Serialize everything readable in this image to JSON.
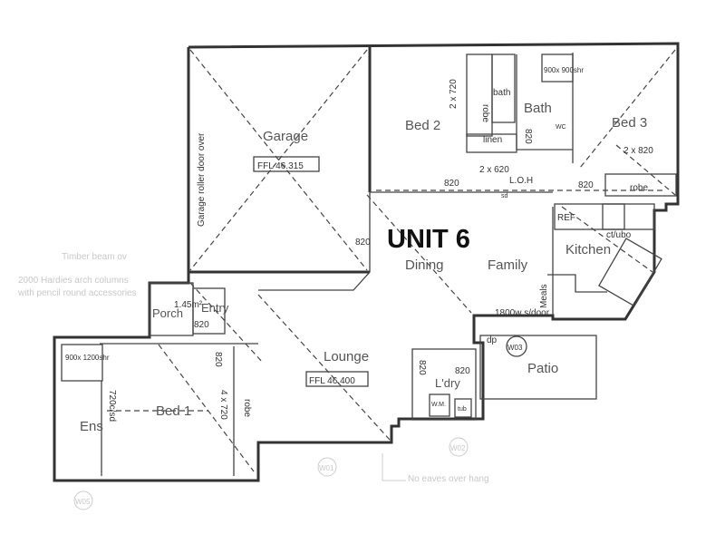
{
  "title": "UNIT 6",
  "rooms": {
    "garage": "Garage",
    "garage_ffl": "FFL 46.315",
    "garage_door": "Garage roller door over",
    "bed2": "Bed 2",
    "bath": "Bath",
    "bed3": "Bed 3",
    "dining": "Dining",
    "family": "Family",
    "kitchen": "Kitchen",
    "meals": "Meals",
    "patio": "Patio",
    "lounge": "Lounge",
    "lounge_ffl": "FFL 46.400",
    "laundry": "L'dry",
    "porch": "Porch",
    "entry": "Entry",
    "entry_area": "1.45m²",
    "bed1": "Bed 1",
    "ensuite": "Ens"
  },
  "labels": {
    "bed2_robe_doors": "2 x 720",
    "robe": "robe",
    "bath_tub": "bath",
    "shower_bath": "900x 900shr",
    "wc": "WC",
    "linen": "linen",
    "linen_doors": "2 x 620",
    "loh": "L.O.H",
    "door_820": "820",
    "bed3_robe_doors": "2 x 820",
    "ref": "REF",
    "ct_ubo": "ct/ubo",
    "sliding_door": "1800w s/door",
    "dp": "dp",
    "window_w03": "W03",
    "wm": "W.M.",
    "tub": "tub",
    "shower_ens": "900x 1200shr",
    "ens_door": "720c/sd",
    "bed1_robe_doors": "4 x 720",
    "sd": "sd"
  },
  "annotations": {
    "timber_beam": "Timber beam ov",
    "columns_1": "2000 Hardies arch columns",
    "columns_2": "with pencil round accessories",
    "no_eaves": "No eaves over hang",
    "w01": "W01",
    "w02": "W02",
    "w05": "W05"
  }
}
